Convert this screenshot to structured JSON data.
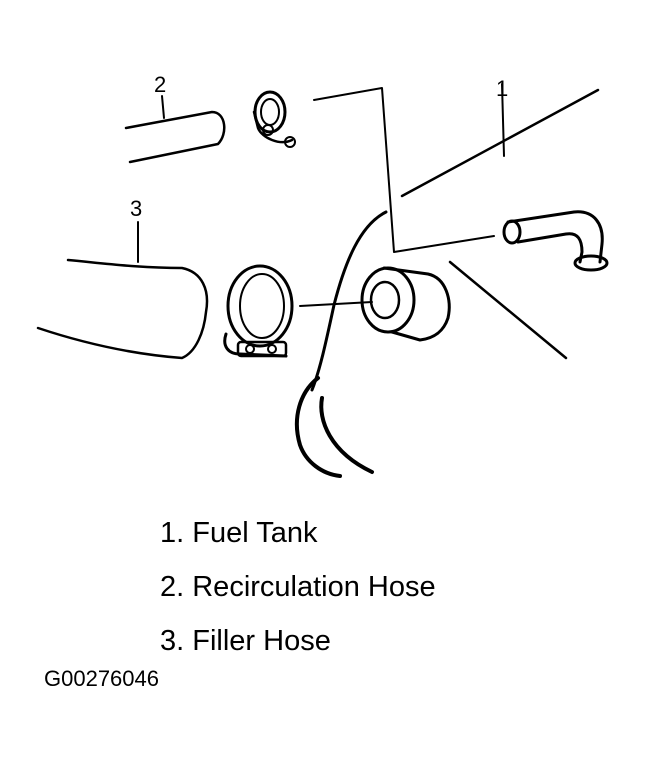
{
  "callouts": [
    {
      "number": "1"
    },
    {
      "number": "2"
    },
    {
      "number": "3"
    }
  ],
  "legend": [
    {
      "text": "1. Fuel Tank"
    },
    {
      "text": "2. Recirculation Hose"
    },
    {
      "text": "3. Filler Hose"
    }
  ],
  "figure_id": "G00276046"
}
